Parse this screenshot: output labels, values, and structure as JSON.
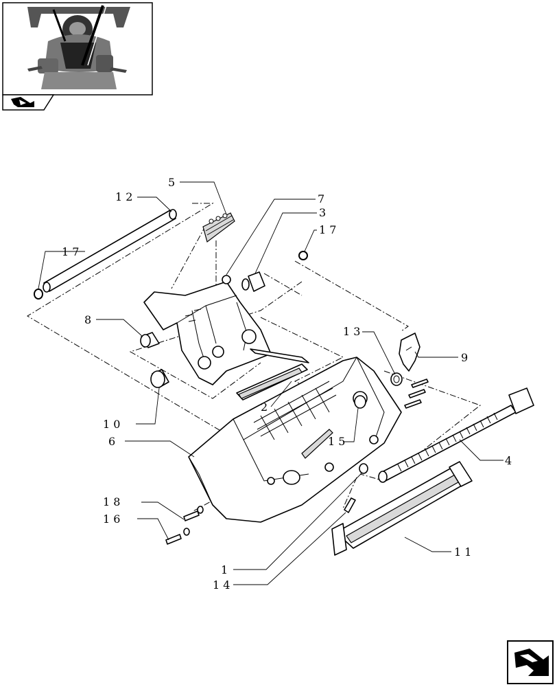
{
  "callouts": [
    {
      "id": "c5",
      "text": "5"
    },
    {
      "id": "c12",
      "text": "1 2"
    },
    {
      "id": "c7",
      "text": "7"
    },
    {
      "id": "c3",
      "text": "3"
    },
    {
      "id": "c17a",
      "text": "1 7"
    },
    {
      "id": "c17b",
      "text": "1 7"
    },
    {
      "id": "c8",
      "text": "8"
    },
    {
      "id": "c13",
      "text": "1 3"
    },
    {
      "id": "c9",
      "text": "9"
    },
    {
      "id": "c2",
      "text": "2"
    },
    {
      "id": "c10",
      "text": "1 0"
    },
    {
      "id": "c15",
      "text": "1 5"
    },
    {
      "id": "c6",
      "text": "6"
    },
    {
      "id": "c4",
      "text": "4"
    },
    {
      "id": "c18",
      "text": "1 8"
    },
    {
      "id": "c16",
      "text": "1 6"
    },
    {
      "id": "c11",
      "text": "1 1"
    },
    {
      "id": "c1",
      "text": "1"
    },
    {
      "id": "c14",
      "text": "1 4"
    }
  ],
  "icons": {
    "thumbnail": "tractor-cab-thumbnail-icon",
    "section": "section-arrow-icon",
    "next": "next-page-arrow-icon"
  }
}
